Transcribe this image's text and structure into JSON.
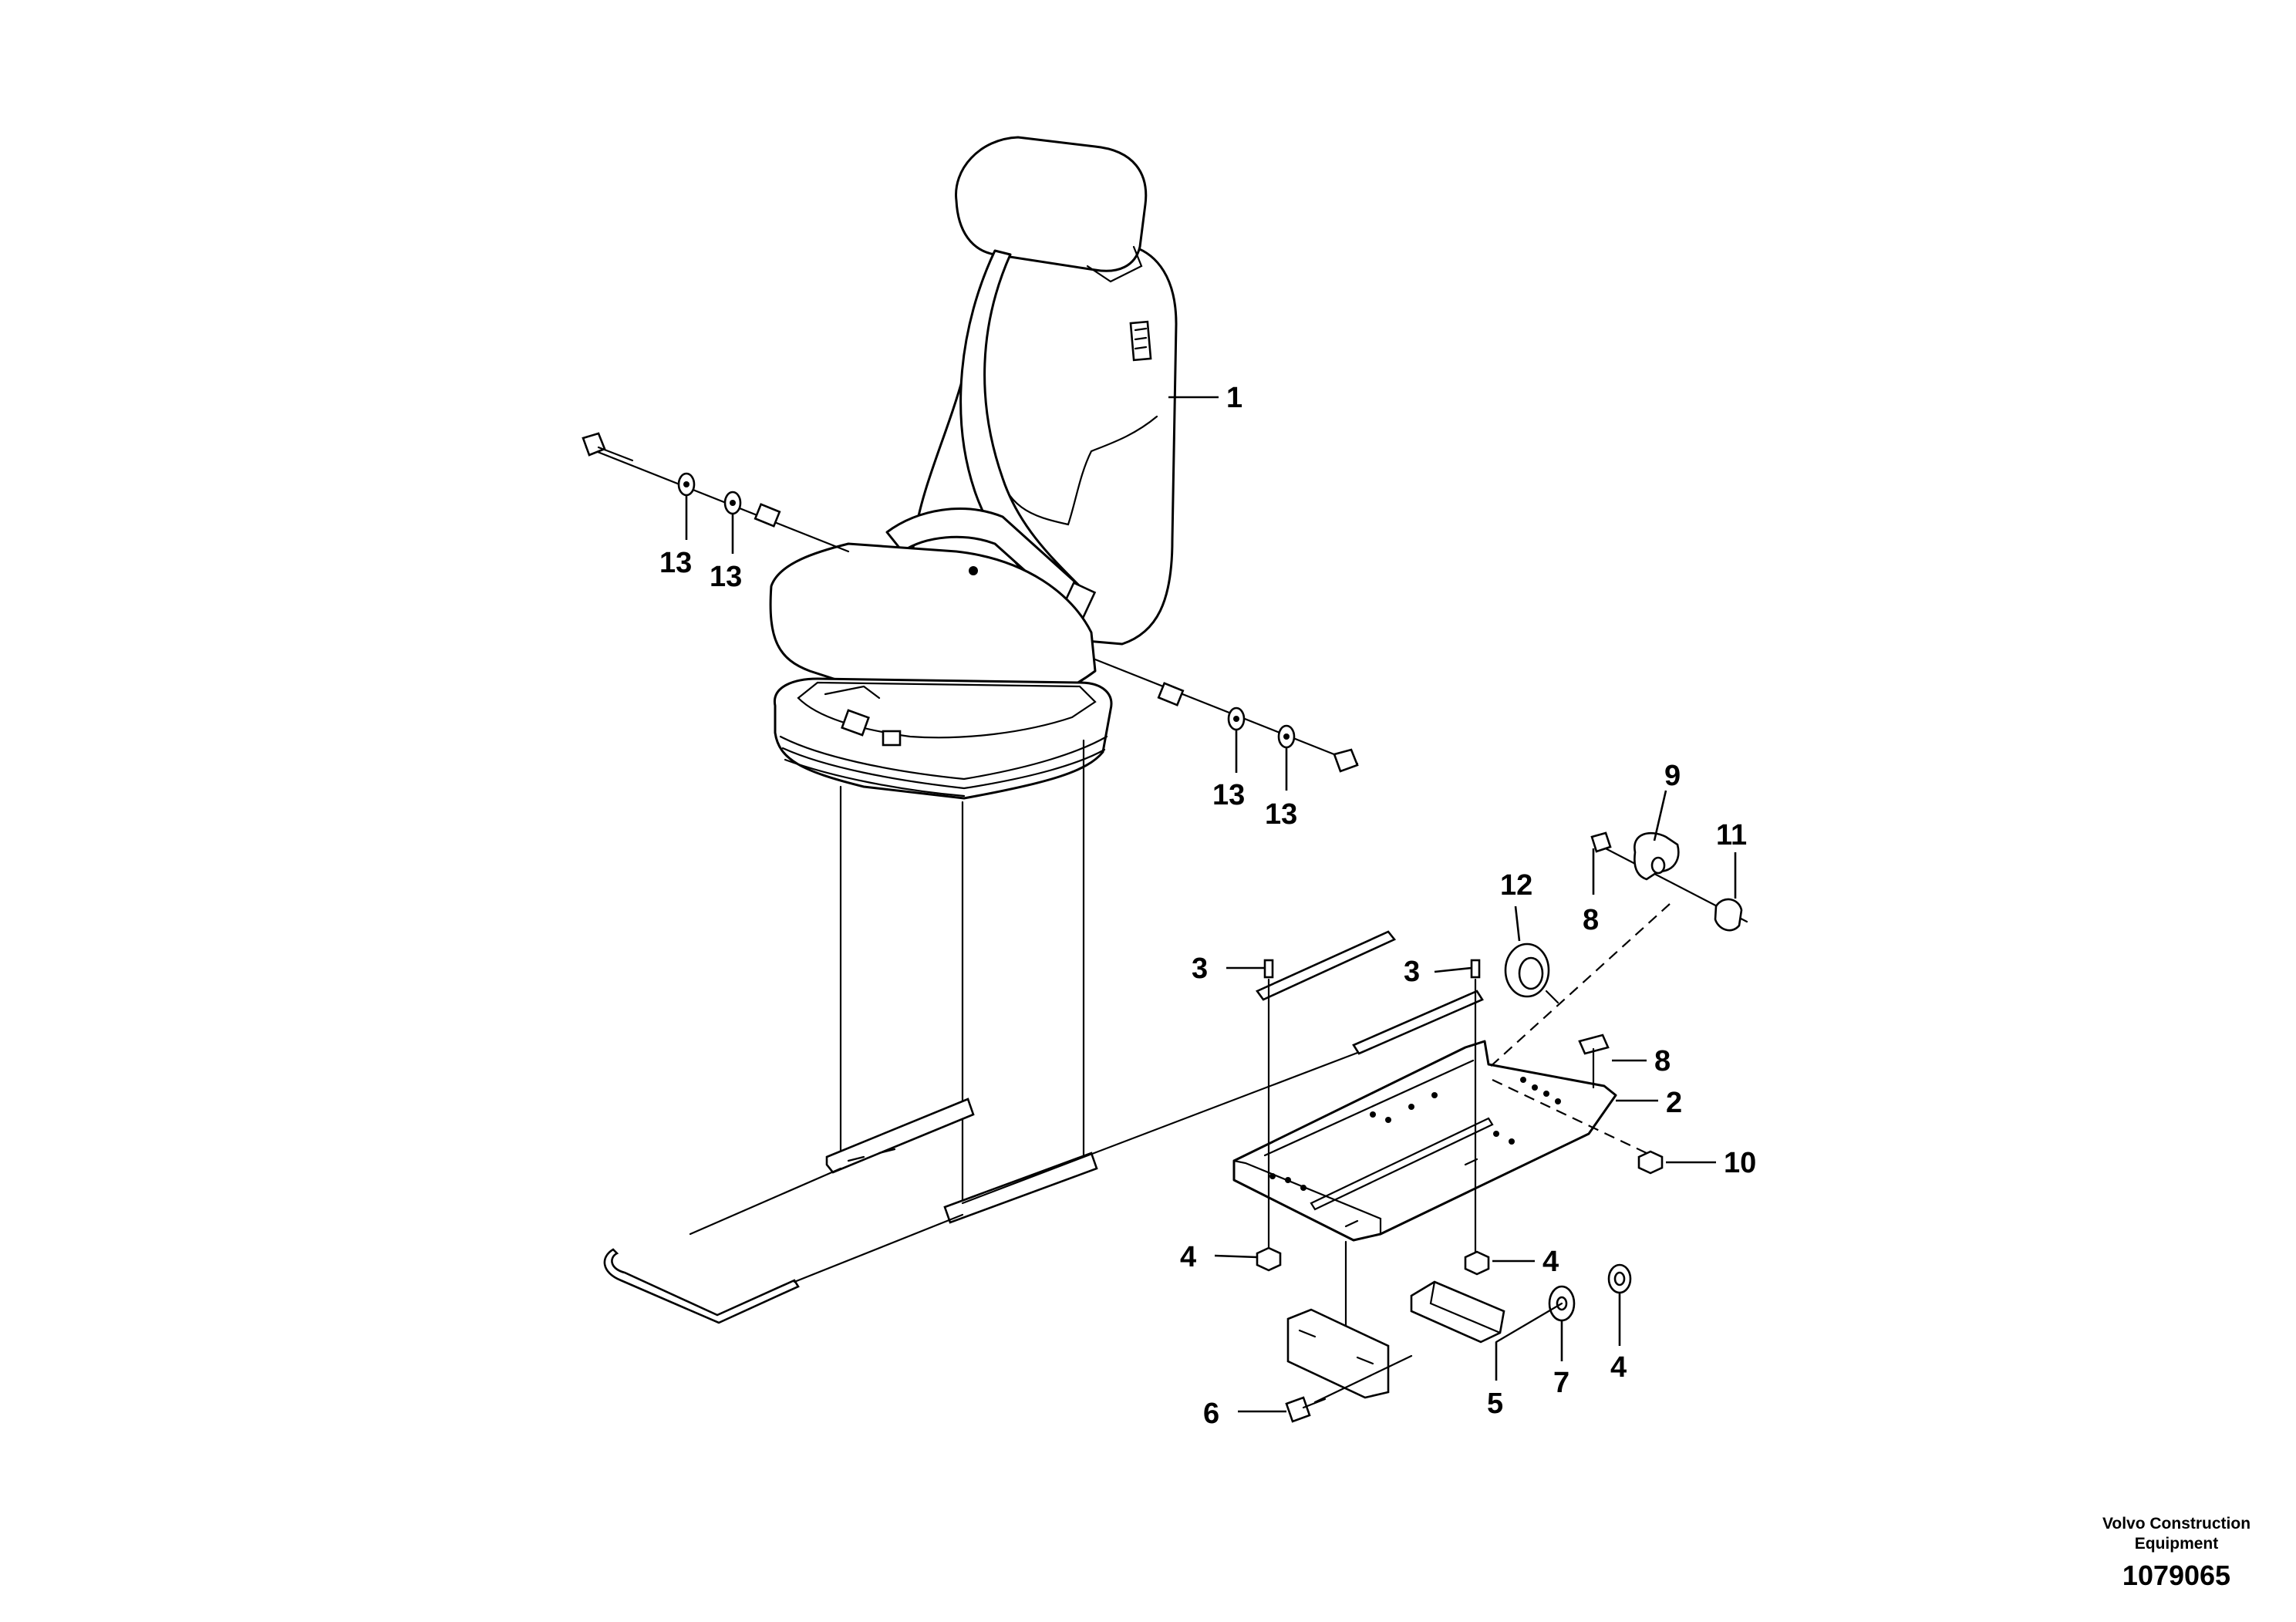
{
  "callouts": [
    {
      "id": "c1",
      "label": "1"
    },
    {
      "id": "c2",
      "label": "2"
    },
    {
      "id": "c3a",
      "label": "3"
    },
    {
      "id": "c3b",
      "label": "3"
    },
    {
      "id": "c4a",
      "label": "4"
    },
    {
      "id": "c4b",
      "label": "4"
    },
    {
      "id": "c4c",
      "label": "4"
    },
    {
      "id": "c5",
      "label": "5"
    },
    {
      "id": "c6",
      "label": "6"
    },
    {
      "id": "c7",
      "label": "7"
    },
    {
      "id": "c8a",
      "label": "8"
    },
    {
      "id": "c8b",
      "label": "8"
    },
    {
      "id": "c9",
      "label": "9"
    },
    {
      "id": "c10",
      "label": "10"
    },
    {
      "id": "c11",
      "label": "11"
    },
    {
      "id": "c12",
      "label": "12"
    },
    {
      "id": "c13a",
      "label": "13"
    },
    {
      "id": "c13b",
      "label": "13"
    },
    {
      "id": "c13c",
      "label": "13"
    },
    {
      "id": "c13d",
      "label": "13"
    }
  ],
  "footer": {
    "brand_line1": "Volvo Construction",
    "brand_line2": "Equipment",
    "figure_number": "1079065"
  }
}
